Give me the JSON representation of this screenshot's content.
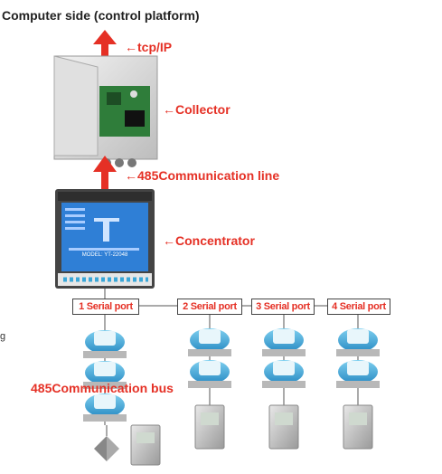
{
  "title": "Computer side (control platform)",
  "labels": {
    "tcp": "←tcp/IP",
    "collector": "←Collector",
    "comm_line": "←485Communication line",
    "concentrator": "←Concentrator",
    "bus": "485Communication bus"
  },
  "ports": [
    "1 Serial port",
    "2 Serial port",
    "3 Serial port",
    "4 Serial port"
  ],
  "concentrator_screen": {
    "model": "MODEL: YT-22048"
  },
  "side_mark": "g",
  "colors": {
    "accent_red": "#e53025",
    "screen_blue": "#2f7fd6",
    "meter_blue": "#3aa7d8",
    "frame_gray": "#b8b8b8"
  }
}
